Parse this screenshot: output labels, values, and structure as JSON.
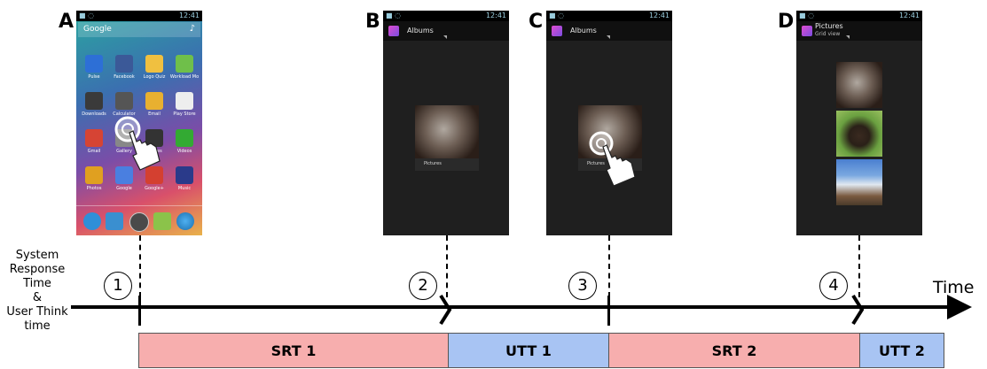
{
  "panels": [
    {
      "letter": "A",
      "statusbar_time": "12:41",
      "search_label": "Google"
    },
    {
      "letter": "B",
      "statusbar_time": "12:41",
      "title": "Albums",
      "caption": "Pictures"
    },
    {
      "letter": "C",
      "statusbar_time": "12:41",
      "title": "Albums",
      "caption": "Pictures"
    },
    {
      "letter": "D",
      "statusbar_time": "12:41",
      "title": "Pictures",
      "subtitle": "Grid view"
    }
  ],
  "apps": [
    {
      "label": "Pulse",
      "color": "#2d6fd6"
    },
    {
      "label": "Facebook",
      "color": "#3b5998"
    },
    {
      "label": "Logo Quiz",
      "color": "#f0c040"
    },
    {
      "label": "Workload Mo",
      "color": "#6fbf4a"
    },
    {
      "label": "Downloads",
      "color": "#3a3a3a"
    },
    {
      "label": "Calculator",
      "color": "#555555"
    },
    {
      "label": "Email",
      "color": "#e8b030"
    },
    {
      "label": "Play Store",
      "color": "#eeeeee"
    },
    {
      "label": "Gmail",
      "color": "#d64434"
    },
    {
      "label": "Gallery",
      "color": "#888888"
    },
    {
      "label": "Movies",
      "color": "#333333"
    },
    {
      "label": "Videos",
      "color": "#33aa33"
    },
    {
      "label": "Photos",
      "color": "#e0a020"
    },
    {
      "label": "Google",
      "color": "#4a7fe0"
    },
    {
      "label": "Google+",
      "color": "#d44030"
    },
    {
      "label": "Music",
      "color": "#2a3a8a"
    }
  ],
  "timeline": {
    "side_label_lines": [
      "System",
      "Response",
      "Time",
      "&",
      "User Think",
      "time"
    ],
    "axis_label": "Time",
    "events": [
      "1",
      "2",
      "3",
      "4"
    ],
    "segments": [
      {
        "label": "SRT 1",
        "kind": "srt"
      },
      {
        "label": "UTT 1",
        "kind": "utt"
      },
      {
        "label": "SRT 2",
        "kind": "srt"
      },
      {
        "label": "UTT 2",
        "kind": "utt"
      }
    ]
  },
  "colors": {
    "srt": "#f7aeae",
    "utt": "#a8c4f3"
  }
}
